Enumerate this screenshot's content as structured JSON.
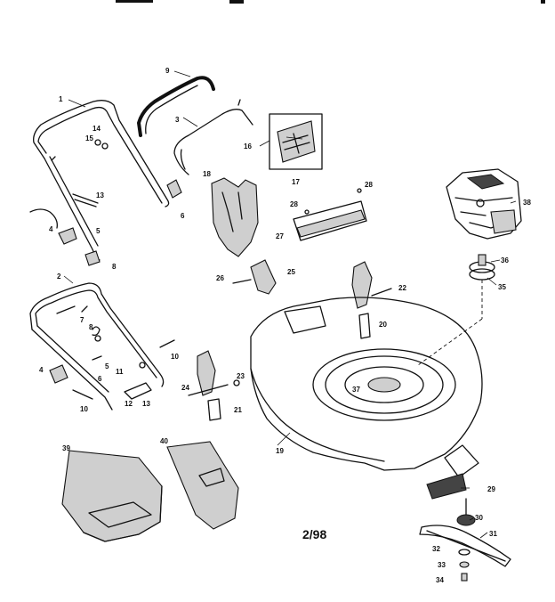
{
  "diagram": {
    "date_code": "2/98",
    "part_labels": {
      "p1": "1",
      "p2": "2",
      "p3": "3",
      "p4a": "4",
      "p4b": "4",
      "p5a": "5",
      "p5b": "5",
      "p6a": "6",
      "p6b": "6",
      "p7": "7",
      "p8a": "8",
      "p8b": "8",
      "p9": "9",
      "p10a": "10",
      "p10b": "10",
      "p11": "11",
      "p12": "12",
      "p13a": "13",
      "p13b": "13",
      "p14": "14",
      "p15": "15",
      "p16": "16",
      "p17": "17",
      "p18": "18",
      "p19": "19",
      "p20": "20",
      "p21": "21",
      "p22": "22",
      "p23": "23",
      "p24": "24",
      "p25": "25",
      "p26": "26",
      "p27": "27",
      "p28a": "28",
      "p28b": "28",
      "p29": "29",
      "p30": "30",
      "p31": "31",
      "p32": "32",
      "p33": "33",
      "p34": "34",
      "p35": "35",
      "p36": "36",
      "p37": "37",
      "p38": "38",
      "p39": "39",
      "p40": "40"
    }
  }
}
